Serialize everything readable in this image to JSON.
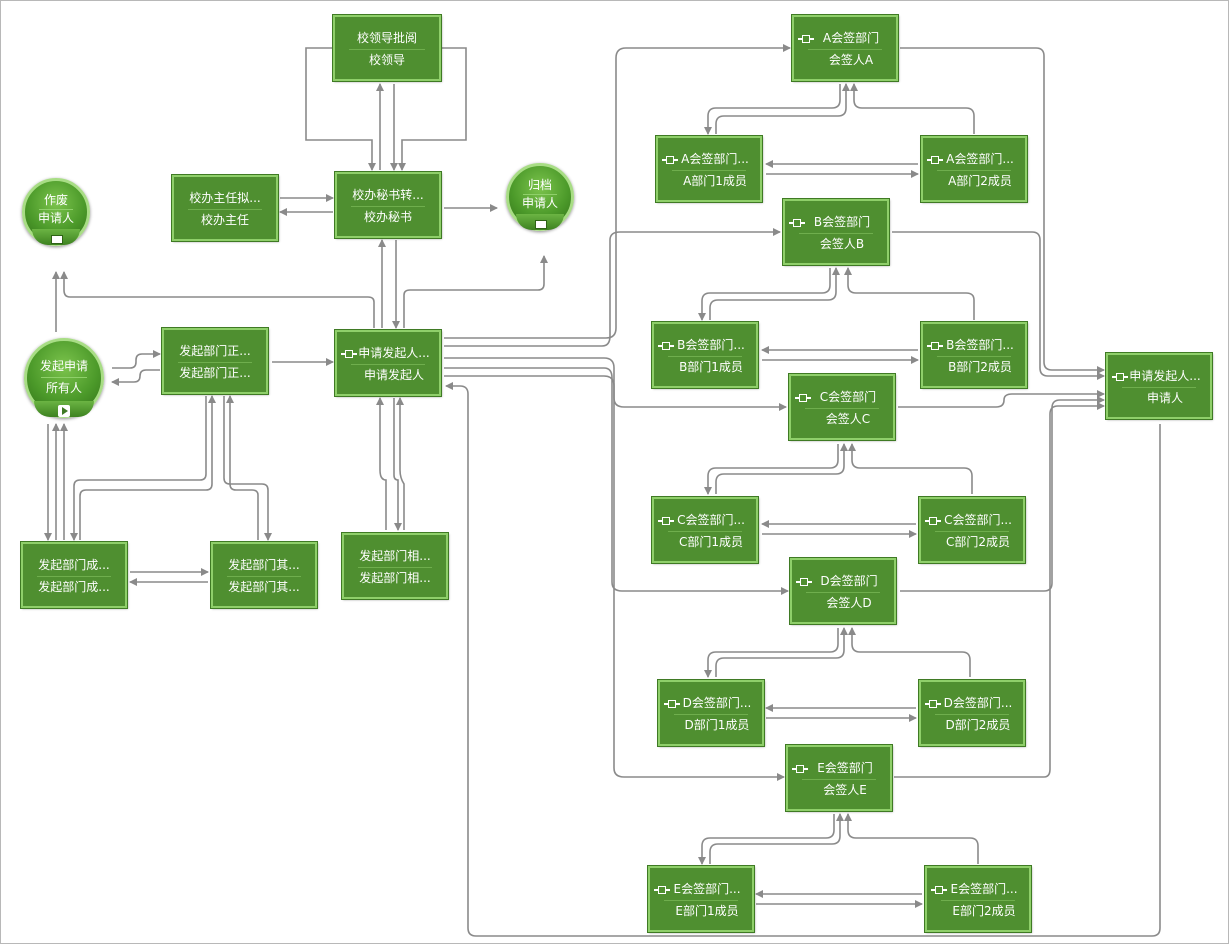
{
  "colors": {
    "node_fill": "#4f8f30",
    "node_border": "#8fcf6a",
    "edge": "#8a8a8a",
    "text": "#ffffff"
  },
  "nodes": {
    "zuofei": {
      "title": "作废",
      "role": "申请人",
      "icon": "document-icon"
    },
    "guidang": {
      "title": "归档",
      "role": "申请人",
      "icon": "document-icon"
    },
    "faqi": {
      "title": "发起申请",
      "role": "所有人",
      "icon": "play-icon"
    },
    "xiaolingdao": {
      "title": "校领导批阅",
      "role": "校领导"
    },
    "xiaoban_mishu": {
      "title": "校办秘书转...",
      "role": "校办秘书"
    },
    "xiaoban_zhuren": {
      "title": "校办主任拟...",
      "role": "校办主任"
    },
    "faqi_bumen_zheng": {
      "title": "发起部门正...",
      "role": "发起部门正..."
    },
    "shenqing_faqiren": {
      "title": "申请发起人...",
      "role": "申请发起人"
    },
    "faqi_bumen_cheng": {
      "title": "发起部门成...",
      "role": "发起部门成..."
    },
    "faqi_bumen_qi": {
      "title": "发起部门其...",
      "role": "发起部门其..."
    },
    "faqi_bumen_xiang": {
      "title": "发起部门相...",
      "role": "发起部门相..."
    },
    "a_dept": {
      "title": "A会签部门",
      "role": "会签人A"
    },
    "a1": {
      "title": "A会签部门...",
      "role": "A部门1成员"
    },
    "a2": {
      "title": "A会签部门...",
      "role": "A部门2成员"
    },
    "b_dept": {
      "title": "B会签部门",
      "role": "会签人B"
    },
    "b1": {
      "title": "B会签部门...",
      "role": "B部门1成员"
    },
    "b2": {
      "title": "B会签部门...",
      "role": "B部门2成员"
    },
    "c_dept": {
      "title": "C会签部门",
      "role": "会签人C"
    },
    "c1": {
      "title": "C会签部门...",
      "role": "C部门1成员"
    },
    "c2": {
      "title": "C会签部门...",
      "role": "C部门2成员"
    },
    "d_dept": {
      "title": "D会签部门",
      "role": "会签人D"
    },
    "d1": {
      "title": "D会签部门...",
      "role": "D部门1成员"
    },
    "d2": {
      "title": "D会签部门...",
      "role": "D部门2成员"
    },
    "e_dept": {
      "title": "E会签部门",
      "role": "会签人E"
    },
    "e1": {
      "title": "E会签部门...",
      "role": "E部门1成员"
    },
    "e2": {
      "title": "E会签部门...",
      "role": "E部门2成员"
    },
    "shenqing_right": {
      "title": "申请发起人...",
      "role": "申请人"
    }
  }
}
